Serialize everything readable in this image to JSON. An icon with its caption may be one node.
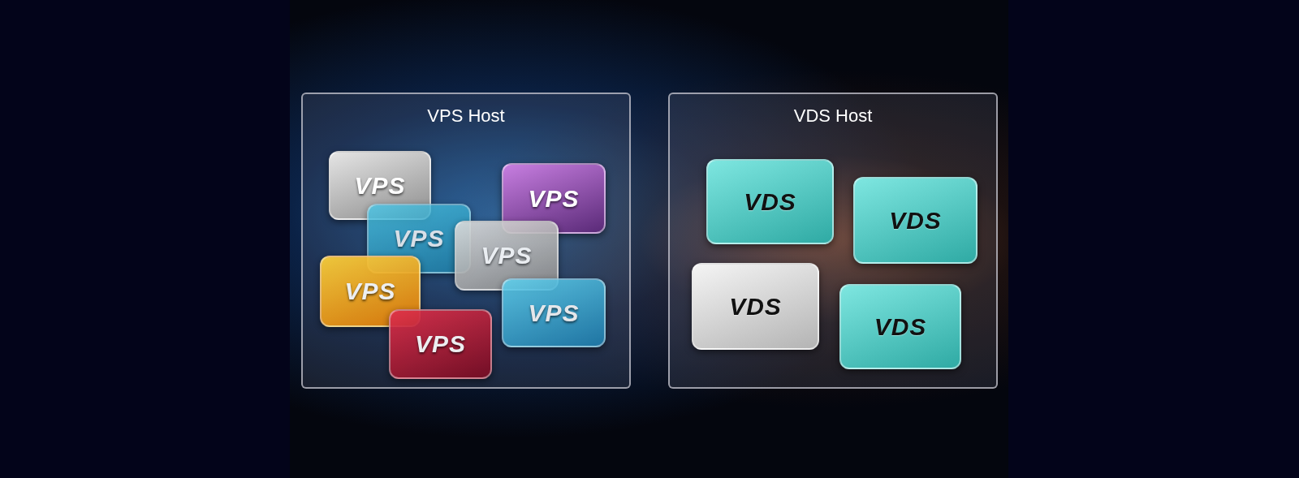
{
  "diagram": {
    "nodes": [
      {
        "text": [
          "VPS Host"
        ]
      },
      {
        "text": [
          "VPS"
        ],
        "in": 0
      },
      {
        "text": [
          "VPS"
        ],
        "in": 0
      },
      {
        "text": [
          "VPS"
        ],
        "in": 0
      },
      {
        "text": [
          "VPS"
        ],
        "in": 0
      },
      {
        "text": [
          "VPS"
        ],
        "in": 0
      },
      {
        "text": [
          "VPS"
        ],
        "in": 0
      },
      {
        "text": [
          "VPS"
        ],
        "in": 0
      },
      {
        "text": [
          "VDS Host"
        ]
      },
      {
        "text": [
          "VDS"
        ],
        "in": 8
      },
      {
        "text": [
          "VDS"
        ],
        "in": 8
      },
      {
        "text": [
          "VDS"
        ],
        "in": 8
      },
      {
        "text": [
          "VDS"
        ],
        "in": 8
      }
    ],
    "edges": []
  }
}
